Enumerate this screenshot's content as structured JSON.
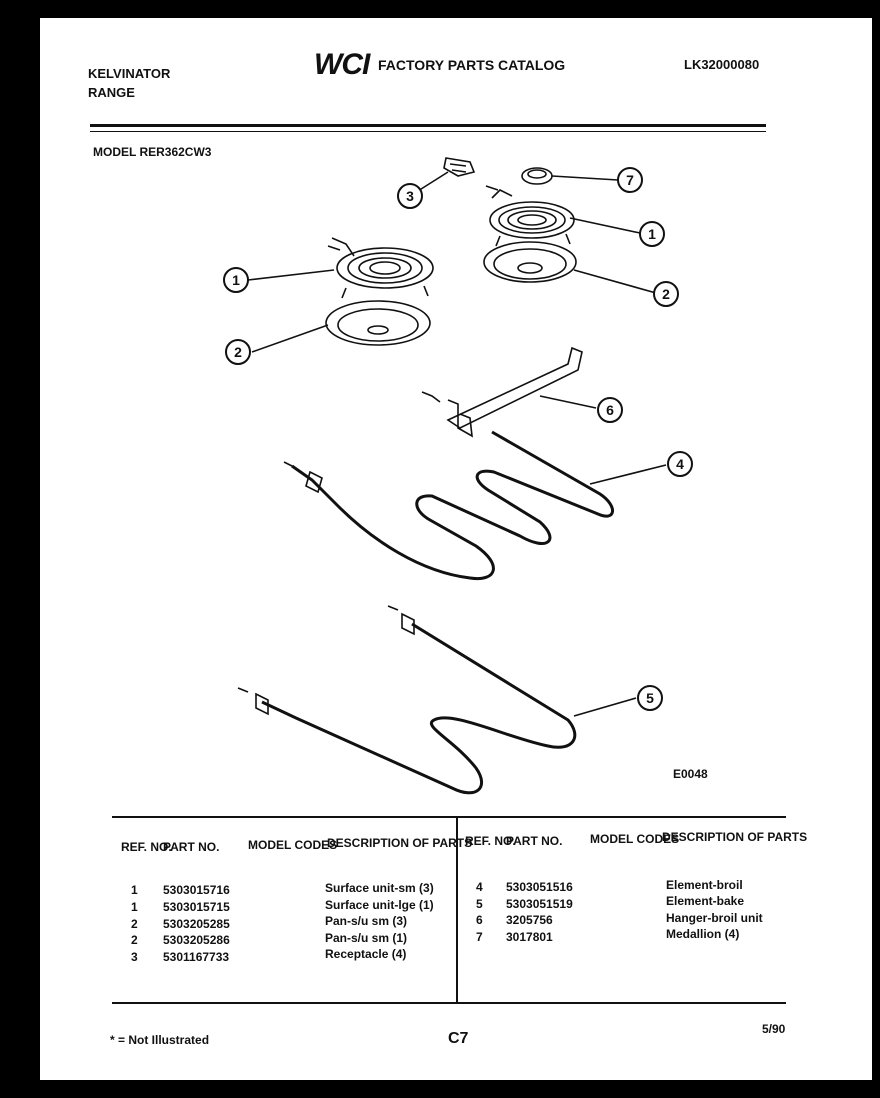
{
  "header": {
    "brand_line1": "KELVINATOR",
    "brand_line2": "RANGE",
    "logo_text": "WCI",
    "catalog_title": "FACTORY PARTS CATALOG",
    "catalog_number": "LK32000080",
    "model_label": "MODEL RER362CW3"
  },
  "diagram": {
    "drawing_code": "E0048",
    "callouts": [
      "3",
      "7",
      "1",
      "1",
      "2",
      "2",
      "6",
      "4",
      "5"
    ]
  },
  "table": {
    "headers": {
      "ref": "REF.\nNO.",
      "part": "PART\nNO.",
      "model": "MODEL\nCODES",
      "desc": "DESCRIPTION\nOF PARTS"
    },
    "left_rows": [
      {
        "ref": "1",
        "part": "5303015716",
        "desc": "Surface unit-sm (3)"
      },
      {
        "ref": "1",
        "part": "5303015715",
        "desc": "Surface unit-lge (1)"
      },
      {
        "ref": "2",
        "part": "5303205285",
        "desc": "Pan-s/u sm (3)"
      },
      {
        "ref": "2",
        "part": "5303205286",
        "desc": "Pan-s/u sm (1)"
      },
      {
        "ref": "3",
        "part": "5301167733",
        "desc": "Receptacle (4)"
      }
    ],
    "right_rows": [
      {
        "ref": "4",
        "part": "5303051516",
        "desc": "Element-broil"
      },
      {
        "ref": "5",
        "part": "5303051519",
        "desc": "Element-bake"
      },
      {
        "ref": "6",
        "part": "3205756",
        "desc": "Hanger-broil unit"
      },
      {
        "ref": "7",
        "part": "3017801",
        "desc": "Medallion (4)"
      }
    ]
  },
  "footer": {
    "note": "* = Not Illustrated",
    "page_code": "C7",
    "date": "5/90"
  }
}
